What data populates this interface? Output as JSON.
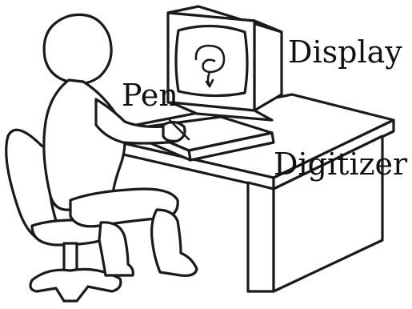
{
  "labels": {
    "display": "Display",
    "pen": "Pen",
    "digitizer": "Digitizer"
  },
  "colors": {
    "ink": "#1a1a1a",
    "background": "#ffffff"
  }
}
